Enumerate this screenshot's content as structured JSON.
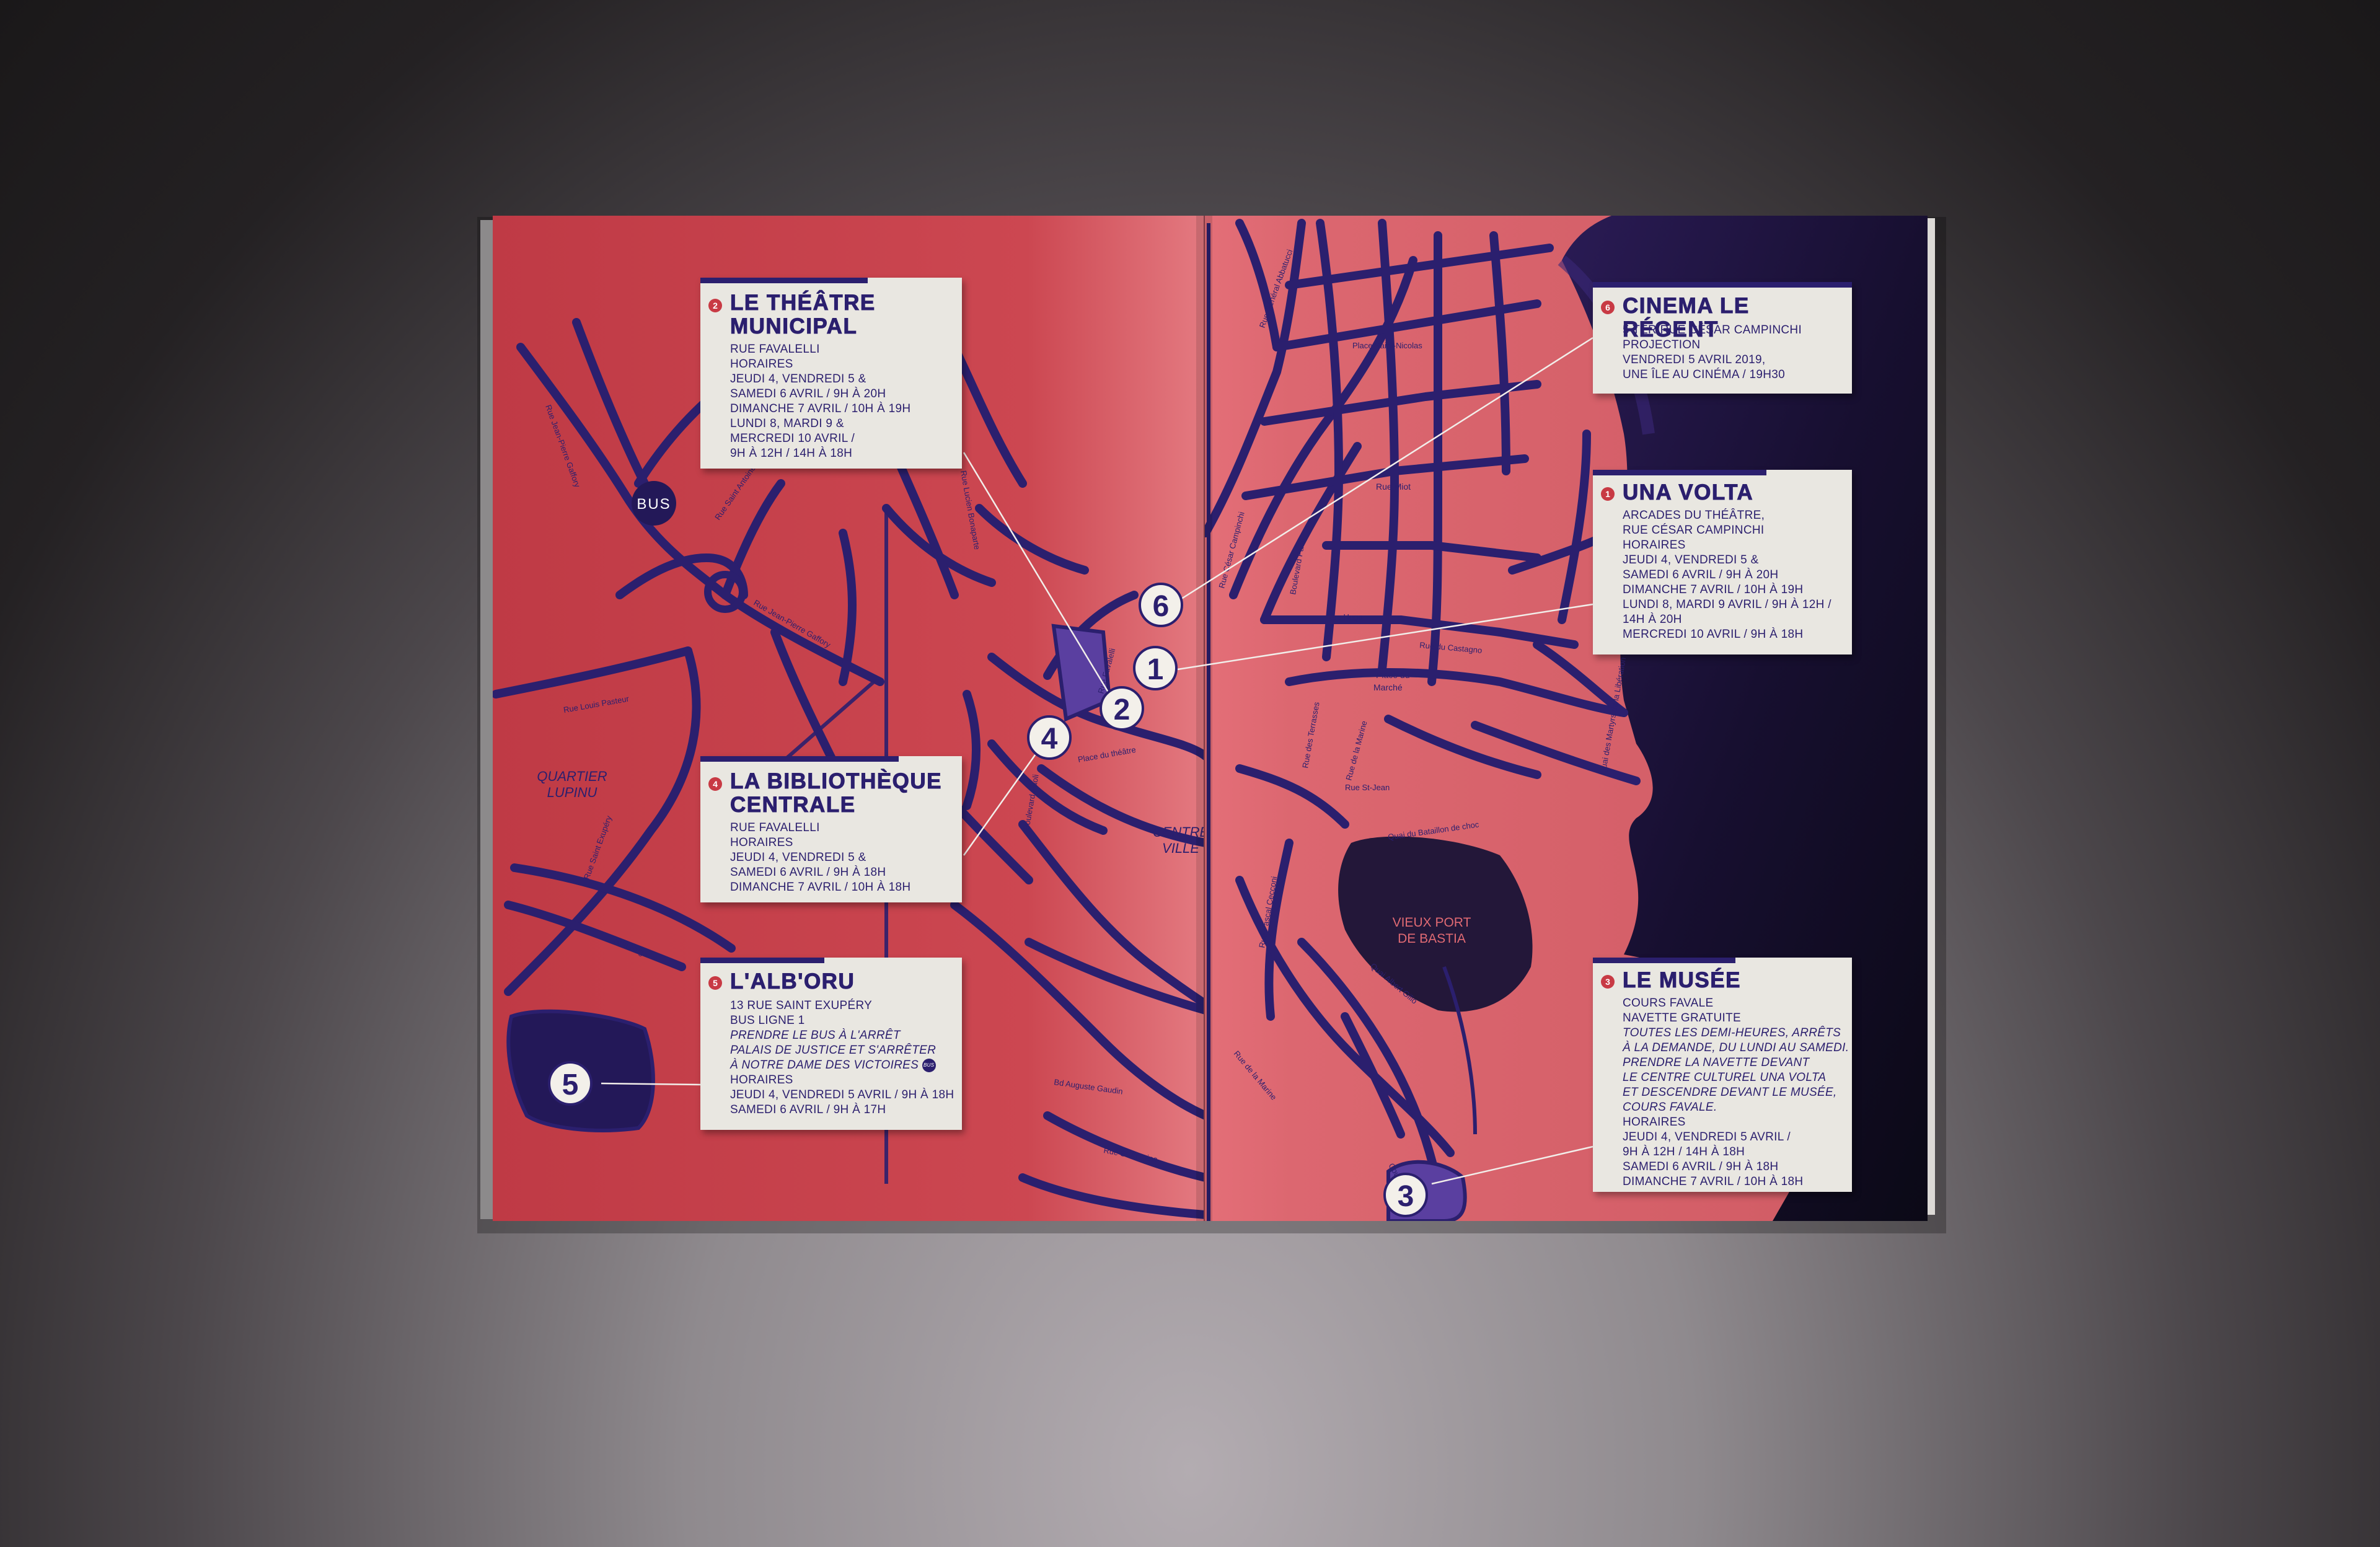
{
  "colors": {
    "map_red_left": "#c8404b",
    "map_red_right": "#e06a73",
    "street_ink": "#2b1f6e",
    "sea_dark": "#1c1538",
    "panel_bg": "#e9e7e1",
    "accent_dot": "#c83a44"
  },
  "map": {
    "bus_stop_label": "BUS",
    "districts": [
      "QUARTIER",
      "LUPINU"
    ],
    "centre_label": [
      "CENTRE",
      "VILLE"
    ],
    "port_label": [
      "VIEUX PORT",
      "DE BASTIA"
    ],
    "places": [
      "Place Saint-Nicolas",
      "Place du",
      "Marché"
    ],
    "streets": [
      "Rue Jean-Pierre Gaffory",
      "Rue Saint Antoine",
      "Rue Jean-Pierre Gaffory",
      "Rue Louis Pasteur",
      "Rue Saint Exupéry",
      "Rue Miot",
      "Rue César Campinchi",
      "Rue Général Abbatucci",
      "Boulevard Paoli",
      "Rue de la Marine",
      "Bd Auguste Gaudin",
      "Rue St-Jean",
      "Quai des Martyrs de la Libération",
      "Rue Pascal Cecconi",
      "Boulevard Paoli",
      "Place du théâtre",
      "Rue des Terrasses",
      "Rue Favalelli",
      "Quai Albert Gilio",
      "Cours Favale",
      "Rue du Castagno",
      "Rue St-Antoine",
      "Quai du Bataillon de choc",
      "Rue de la Marine",
      "Rue Hugo",
      "Rue Lucien Bonaparte"
    ],
    "markers": [
      "6",
      "1",
      "2",
      "4",
      "5",
      "3"
    ]
  },
  "panels": {
    "theatre": {
      "num": "2",
      "title": [
        "LE THÉÂTRE",
        "MUNICIPAL"
      ],
      "lines": [
        "RUE FAVALELLI",
        "HORAIRES",
        "JEUDI 4, VENDREDI 5 &",
        "SAMEDI 6 AVRIL / 9H À 20H",
        "DIMANCHE 7 AVRIL / 10H À 19H",
        "LUNDI 8, MARDI 9 &",
        "MERCREDI 10 AVRIL /",
        "9H À 12H / 14H À 18H"
      ]
    },
    "bibliotheque": {
      "num": "4",
      "title": [
        "LA BIBLIOTHÈQUE",
        "CENTRALE"
      ],
      "lines": [
        "RUE FAVALELLI",
        "HORAIRES",
        "JEUDI 4, VENDREDI 5 &",
        "SAMEDI 6 AVRIL / 9H À 18H",
        "DIMANCHE 7 AVRIL / 10H À 18H"
      ]
    },
    "alboru": {
      "num": "5",
      "title": [
        "L'ALB'ORU"
      ],
      "lines": [
        "13 RUE SAINT EXUPÉRY",
        "BUS LIGNE 1",
        "PRENDRE LE BUS À L'ARRÊT",
        "PALAIS DE JUSTICE ET S'ARRÊTER",
        "À NOTRE DAME DES VICTOIRES",
        "HORAIRES",
        "JEUDI 4, VENDREDI 5 AVRIL / 9H À 18H",
        "SAMEDI 6 AVRIL / 9H À 17H"
      ],
      "bus_badge": "BUS"
    },
    "cinema": {
      "num": "6",
      "title": [
        "CINEMA LE RÉGENT"
      ],
      "lines": [
        "5 TER RUE CÉSAR CAMPINCHI",
        "PROJECTION",
        "VENDREDI 5 AVRIL 2019,",
        "UNE ÎLE AU CINÉMA / 19H30"
      ]
    },
    "unavolta": {
      "num": "1",
      "title": [
        "UNA VOLTA"
      ],
      "lines": [
        "ARCADES DU THÉÂTRE,",
        "RUE CÉSAR CAMPINCHI",
        "HORAIRES",
        "JEUDI 4, VENDREDI 5 &",
        "SAMEDI 6 AVRIL / 9H À 20H",
        "DIMANCHE 7 AVRIL / 10H À 19H",
        "LUNDI 8, MARDI 9 AVRIL / 9H À 12H /",
        "14H À 20H",
        "MERCREDI 10 AVRIL / 9H À 18H"
      ]
    },
    "musee": {
      "num": "3",
      "title": [
        "LE MUSÉE"
      ],
      "lines": [
        "COURS FAVALE",
        "NAVETTE GRATUITE",
        "TOUTES LES DEMI-HEURES, ARRÊTS",
        "À LA DEMANDE, DU LUNDI AU SAMEDI.",
        "PRENDRE LA NAVETTE DEVANT",
        "LE CENTRE CULTUREL UNA VOLTA",
        "ET DESCENDRE DEVANT LE MUSÉE,",
        "COURS FAVALE.",
        "HORAIRES",
        "JEUDI 4, VENDREDI 5 AVRIL /",
        "9H À 12H / 14H À 18H",
        "SAMEDI 6 AVRIL / 9H À 18H",
        "DIMANCHE 7 AVRIL / 10H À 18H"
      ]
    }
  }
}
